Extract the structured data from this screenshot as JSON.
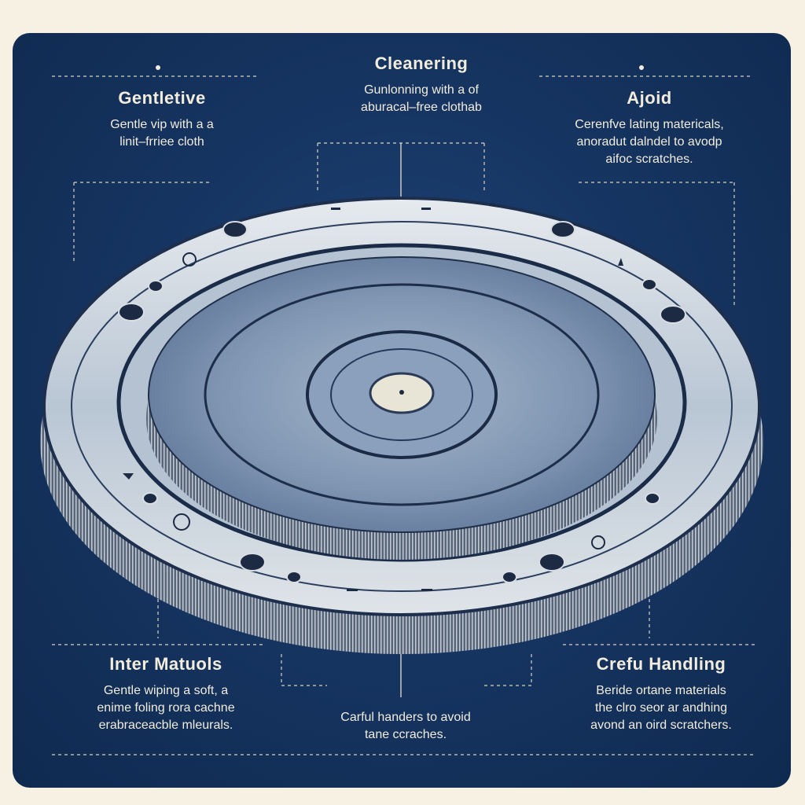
{
  "callouts": {
    "top_left": {
      "title": "Gentletive",
      "lines": [
        "Gentle vip with a a",
        "linit–frriee cloth"
      ]
    },
    "top_center": {
      "title": "Cleanering",
      "lines": [
        "Gunlonning with a of",
        "aburacal–free clothab"
      ]
    },
    "top_right": {
      "title": "Ajoid",
      "lines": [
        "Cerenfve lating matericals,",
        "anoradut dalndel to avodp",
        "aifoc scratches."
      ]
    },
    "bottom_left": {
      "title": "Inter Matuols",
      "lines": [
        "Gentle wiping a soft, a",
        "enime foling rora cachne",
        "erabraceacble mleurals."
      ]
    },
    "bottom_center": {
      "title": "",
      "lines": [
        "Carful handers to avoid",
        "tane ccraches."
      ]
    },
    "bottom_right": {
      "title": "Crefu Handling",
      "lines": [
        "Beride ortane materials",
        "the clro seor ar andhing",
        "avond an oird scratchers."
      ]
    }
  },
  "colors": {
    "background": "#f6f1e3",
    "panel": "#14305a",
    "text": "#f2ecdc",
    "metal_light": "#d7dde2",
    "metal_mid": "#9eaec0",
    "metal_dark": "#4c6384"
  },
  "icons": [
    "arrow-icon",
    "screw-hole-icon",
    "center-spindle-icon"
  ]
}
